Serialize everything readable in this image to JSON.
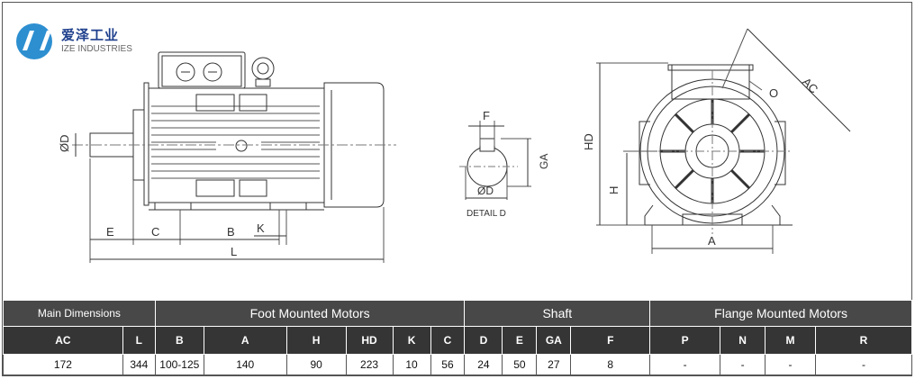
{
  "brand": {
    "name_cn": "爱泽工业",
    "name_en": "IZE INDUSTRIES"
  },
  "drawing_labels": {
    "side": {
      "d": "ØD",
      "e": "E",
      "c": "C",
      "b": "B",
      "k": "K",
      "l": "L"
    },
    "detail": {
      "f": "F",
      "ga": "GA",
      "d": "ØD",
      "caption": "DETAIL D"
    },
    "front": {
      "o": "O",
      "ac": "AC",
      "hd": "HD",
      "h": "H",
      "a": "A"
    }
  },
  "table": {
    "groups": [
      "Main Dimensions",
      "Foot Mounted Motors",
      "Shaft",
      "Flange Mounted Motors"
    ],
    "columns": [
      "AC",
      "L",
      "B",
      "A",
      "H",
      "HD",
      "K",
      "C",
      "D",
      "E",
      "GA",
      "F",
      "P",
      "N",
      "M",
      "R"
    ],
    "values": [
      "172",
      "344",
      "100-125",
      "140",
      "90",
      "223",
      "10",
      "56",
      "24",
      "50",
      "27",
      "8",
      "-",
      "-",
      "-",
      "-"
    ]
  }
}
